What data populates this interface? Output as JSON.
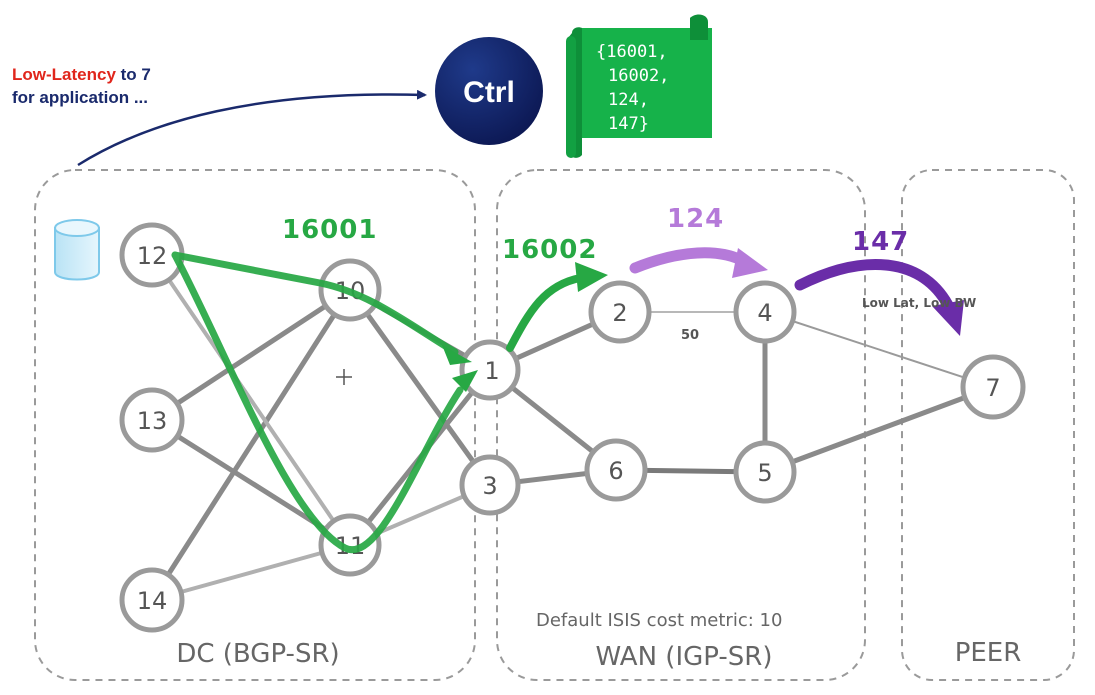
{
  "request": {
    "highlight": "Low-Latency",
    "rest_line1": " to 7",
    "line2": "for application ..."
  },
  "controller": {
    "label": "Ctrl"
  },
  "sid_list": {
    "lines": [
      "{16001,",
      "16002,",
      "124,",
      "147}"
    ]
  },
  "zones": {
    "dc": "DC (BGP-SR)",
    "wan": "WAN (IGP-SR)",
    "peer": "PEER"
  },
  "nodes": {
    "n12": "12",
    "n13": "13",
    "n14": "14",
    "n10": "10",
    "n11": "11",
    "n1": "1",
    "n3": "3",
    "n2": "2",
    "n6": "6",
    "n4": "4",
    "n5": "5",
    "n7": "7"
  },
  "labels": {
    "sid_16001": "16001",
    "sid_16002": "16002",
    "sid_124": "124",
    "sid_147": "147",
    "link_cost": "50",
    "link_note": "Low Lat, Low BW",
    "isis_default": "Default ISIS cost metric: 10"
  },
  "colors": {
    "red": "#e0261c",
    "navy": "#1a2a6c",
    "ctrl": "#0f1f5e",
    "green": "#27a844",
    "scroll": "#16b24a",
    "light_purple": "#b57ad9",
    "purple": "#6a2da8",
    "node": "#9a9a9a",
    "link": "#8a8a8a"
  }
}
